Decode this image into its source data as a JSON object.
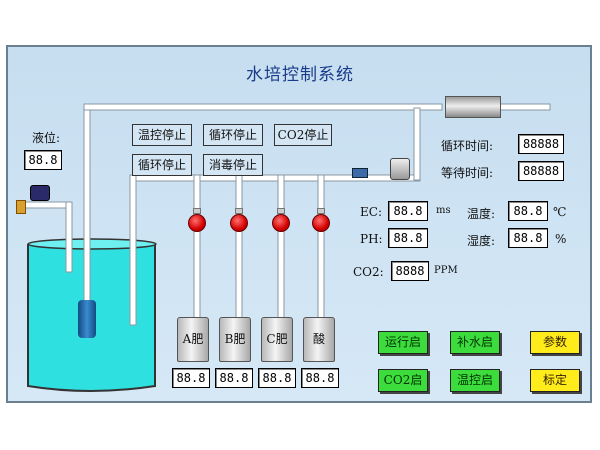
{
  "title": "水培控制系统",
  "level": {
    "label": "液位:",
    "value": "88.8"
  },
  "statuses": [
    "温控停止",
    "循环停止",
    "CO2停止",
    "循环停止",
    "消毒停止"
  ],
  "timers": {
    "cycle_label": "循环时间:",
    "cycle_value": "88888",
    "wait_label": "等待时间:",
    "wait_value": "88888"
  },
  "sensors": {
    "ec_label": "EC:",
    "ec_value": "88.8",
    "ec_unit": "ms",
    "ph_label": "PH:",
    "ph_value": "88.8",
    "temp_label": "温度:",
    "temp_value": "88.8",
    "temp_unit": "℃",
    "hum_label": "湿度:",
    "hum_value": "88.8",
    "hum_unit": "%",
    "co2_label": "CO2:",
    "co2_value": "8888",
    "co2_unit": "PPM"
  },
  "tanks": [
    {
      "label": "A肥",
      "value": "88.8"
    },
    {
      "label": "B肥",
      "value": "88.8"
    },
    {
      "label": "C肥",
      "value": "88.8"
    },
    {
      "label": "酸",
      "value": "88.8"
    }
  ],
  "buttons": {
    "run": "运行启",
    "refill": "补水启",
    "params": "参数",
    "co2": "CO2启",
    "tempctl": "温控启",
    "calibrate": "标定"
  },
  "colors": {
    "water": "#2fe0e0",
    "button_on": "#3ddc3d",
    "button_param": "#ffec1a",
    "valve": "#d40000"
  }
}
